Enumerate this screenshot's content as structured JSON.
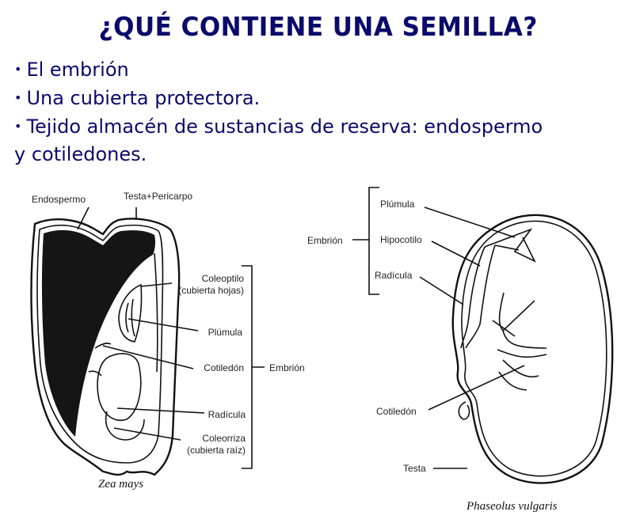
{
  "title": "¿QUÉ CONTIENE UNA SEMILLA?",
  "bullets": [
    "El embrión",
    "Una cubierta protectora.",
    "Tejido almacén de sustancias de reserva: endospermo",
    "y cotiledones."
  ],
  "colors": {
    "title": "#0a0a6b",
    "text": "#0a0a6b",
    "diagram": "#111111"
  },
  "diagrams": {
    "corn": {
      "caption": "Zea mays",
      "labels": {
        "endosperm": "Endospermo",
        "testa": "Testa+Pericarpo",
        "coleoptile": "Coleoptilo",
        "coleoptile_note": "(cubierta hojas)",
        "plumule": "Plúmula",
        "cotyledon": "Cotiledón",
        "embryo": "Embrión",
        "radicle": "Radícula",
        "coleorhiza": "Coleorriza",
        "coleorhiza_note": "(cubierta raíz)"
      }
    },
    "bean": {
      "caption": "Phaseolus vulgaris",
      "labels": {
        "embryo": "Embrión",
        "plumule": "Plúmula",
        "hypocotyl": "Hipocotilo",
        "radicle": "Radícula",
        "cotyledon": "Cotiledón",
        "testa": "Testa"
      }
    }
  }
}
